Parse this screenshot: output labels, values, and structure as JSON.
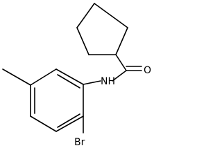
{
  "molecule": {
    "atoms": {
      "oxygen": "O",
      "amide_nitrogen": "NH",
      "bromine": "Br"
    },
    "colors": {
      "bond": "#000000",
      "label": "#000000",
      "background": "#ffffff"
    }
  }
}
